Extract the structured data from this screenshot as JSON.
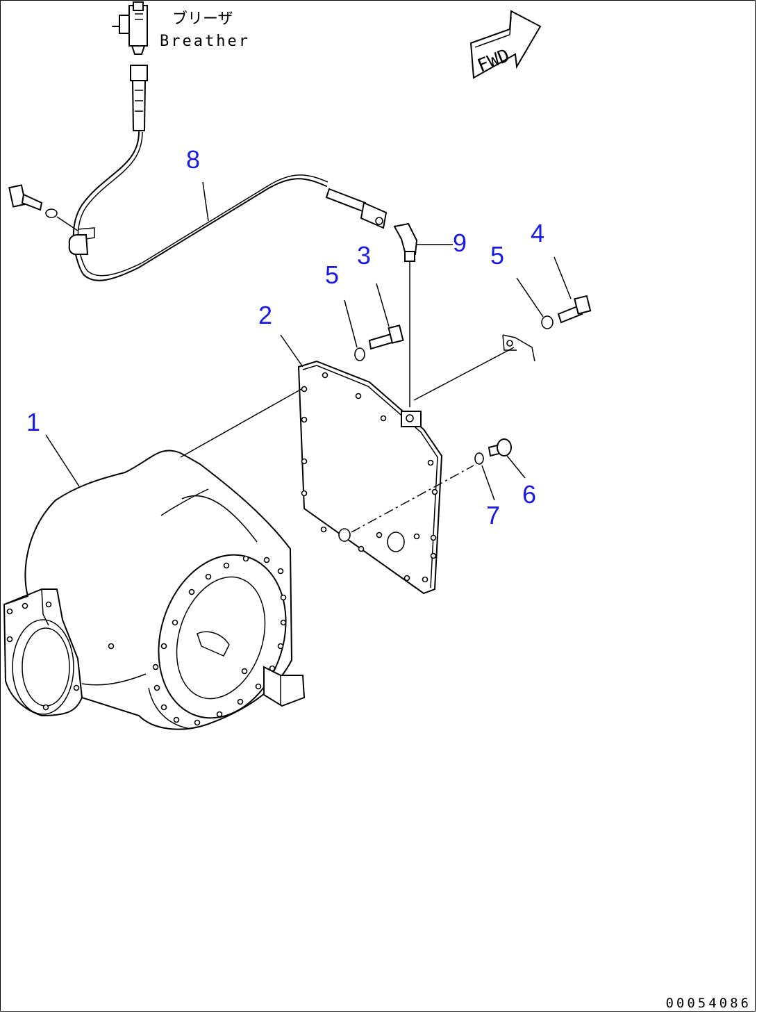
{
  "breather": {
    "jp": "ブリーザ",
    "en": "Breather"
  },
  "fwd_label": "FWD",
  "drawing_number": "00054086",
  "callouts": {
    "c1": "1",
    "c2": "2",
    "c3": "3",
    "c4": "4",
    "c5a": "5",
    "c5b": "5",
    "c6": "6",
    "c7": "7",
    "c8": "8",
    "c9": "9"
  },
  "colors": {
    "callout": "#1a1ae6",
    "line": "#000000",
    "background": "#ffffff"
  }
}
